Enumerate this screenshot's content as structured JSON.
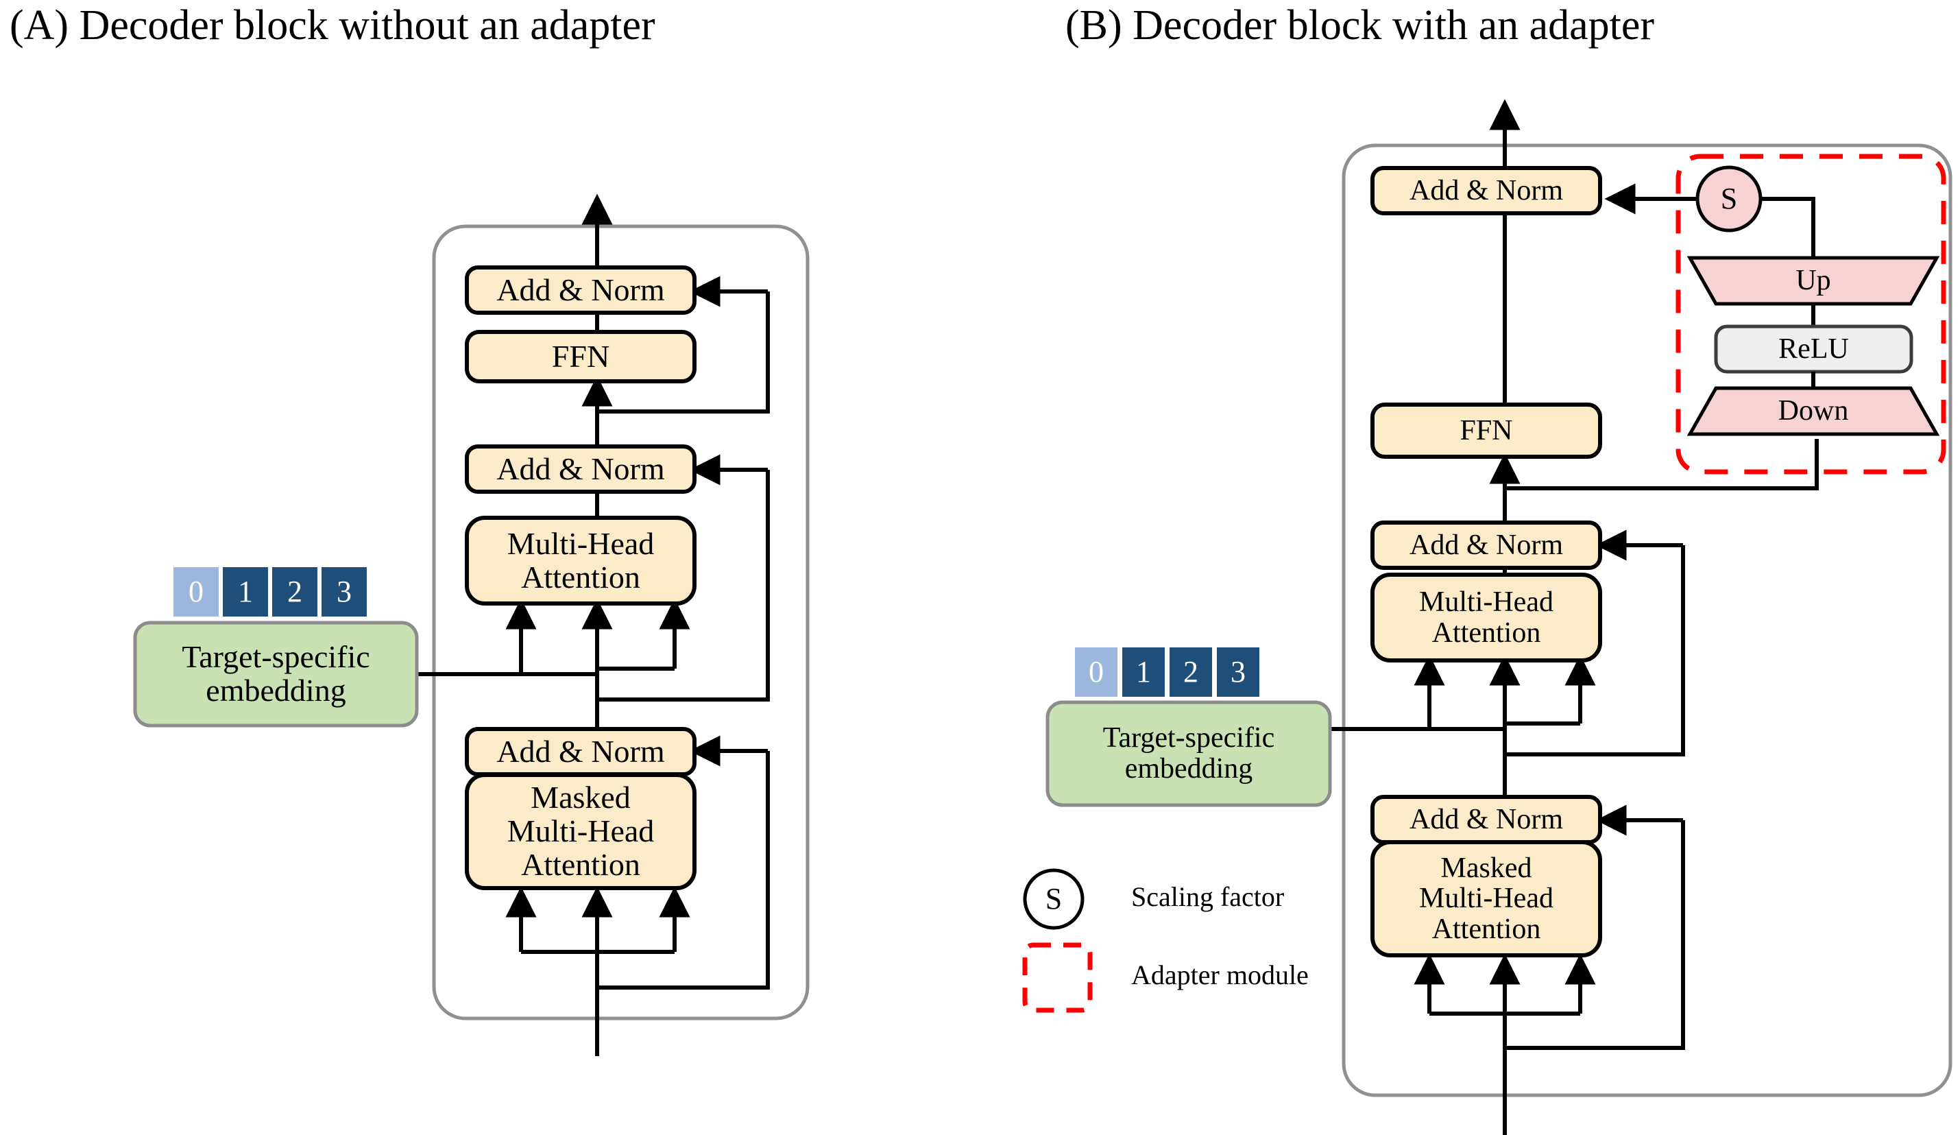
{
  "figure": {
    "panels": [
      {
        "id": "A",
        "title": "(A) Decoder block without an adapter",
        "blocks": [
          {
            "name": "add-norm-3",
            "label": "Add & Norm"
          },
          {
            "name": "ffn",
            "label": "FFN"
          },
          {
            "name": "add-norm-2",
            "label": "Add & Norm"
          },
          {
            "name": "multi-head-attention",
            "label": "Multi-Head\nAttention"
          },
          {
            "name": "add-norm-1",
            "label": "Add & Norm"
          },
          {
            "name": "masked-multi-head-attention",
            "label": "Masked\nMulti-Head\nAttention"
          }
        ],
        "embedding": {
          "label_line1": "Target-specific",
          "label_line2": "embedding",
          "tokens": [
            "0",
            "1",
            "2",
            "3"
          ]
        }
      },
      {
        "id": "B",
        "title": "(B) Decoder block with an adapter",
        "blocks": [
          {
            "name": "add-norm-3",
            "label": "Add & Norm"
          },
          {
            "name": "ffn",
            "label": "FFN"
          },
          {
            "name": "add-norm-2",
            "label": "Add & Norm"
          },
          {
            "name": "multi-head-attention",
            "label": "Multi-Head\nAttention"
          },
          {
            "name": "add-norm-1",
            "label": "Add & Norm"
          },
          {
            "name": "masked-multi-head-attention",
            "label": "Masked\nMulti-Head\nAttention"
          }
        ],
        "embedding": {
          "label_line1": "Target-specific",
          "label_line2": "embedding",
          "tokens": [
            "0",
            "1",
            "2",
            "3"
          ]
        },
        "adapter": {
          "scaling_symbol": "S",
          "up_label": "Up",
          "relu_label": "ReLU",
          "down_label": "Down"
        },
        "legend": [
          {
            "name": "scaling-factor",
            "symbol": "S",
            "label": "Scaling factor"
          },
          {
            "name": "adapter-module",
            "symbol": "",
            "label": "Adapter module"
          }
        ]
      }
    ],
    "labels": {
      "add_norm": "Add & Norm",
      "ffn": "FFN",
      "multi_head_attention_l1": "Multi-Head",
      "multi_head_attention_l2": "Attention",
      "masked_l1": "Masked",
      "masked_l2": "Multi-Head",
      "masked_l3": "Attention",
      "up": "Up",
      "relu": "ReLU",
      "down": "Down",
      "scaling_symbol": "S",
      "scaling_factor": "Scaling factor",
      "adapter_module": "Adapter module",
      "target_specific": "Target-specific",
      "embedding": "embedding"
    },
    "tokens": [
      "0",
      "1",
      "2",
      "3"
    ],
    "colors": {
      "block_fill": "#FCEBC9",
      "block_stroke": "#000000",
      "embedding_fill": "#C8E2B3",
      "embedding_stroke": "#808080",
      "adapter_fill": "#F6D2D2",
      "adapter_stroke": "#000000",
      "relu_fill": "#EFEFEF",
      "relu_stroke": "#3C3C3C",
      "container_stroke": "#909090",
      "dashed_red": "#FF0000",
      "token_active": "#9DB6DD",
      "token_inactive": "#1F4E79",
      "line": "#000000"
    }
  }
}
